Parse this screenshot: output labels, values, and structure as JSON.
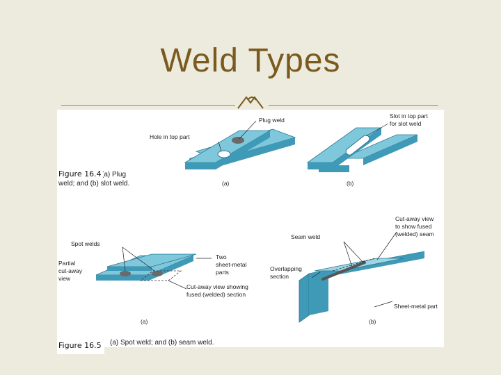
{
  "slide": {
    "title": "Weld Types"
  },
  "figure_16_4": {
    "tag": "Figure 16.4",
    "caption_line1": "(a) Plug",
    "caption_line2": "weld; and (b) slot weld.",
    "labels": {
      "plug_weld": "Plug weld",
      "hole_in_top_part": "Hole in top part",
      "slot_line1": "Slot in top part",
      "slot_line2": "for slot weld",
      "a": "(a)",
      "b": "(b)"
    }
  },
  "figure_16_5": {
    "tag": "Figure 16.5",
    "caption": "(a) Spot weld; and (b) seam weld.",
    "labels": {
      "spot_welds": "Spot welds",
      "partial_1": "Partial",
      "partial_2": "cut-away",
      "partial_3": "view",
      "two_1": "Two",
      "two_2": "sheet-metal",
      "two_3": "parts",
      "cutaway_1": "Cut-away view showing",
      "cutaway_2": "fused (welded) section",
      "seam_weld": "Seam weld",
      "cav_1": "Cut-away view",
      "cav_2": "to show fused",
      "cav_3": "(welded) seam",
      "overlap_1": "Overlapping",
      "overlap_2": "section",
      "sheet_metal_part": "Sheet-metal part",
      "a": "(a)",
      "b": "(b)"
    }
  },
  "colors": {
    "background": "#ecebdd",
    "title": "#7a5a1e",
    "rule": "#a88a3a",
    "plate_top": "#7fc8dc",
    "plate_side": "#3f9ab8",
    "weld": "#6a6a6a"
  }
}
